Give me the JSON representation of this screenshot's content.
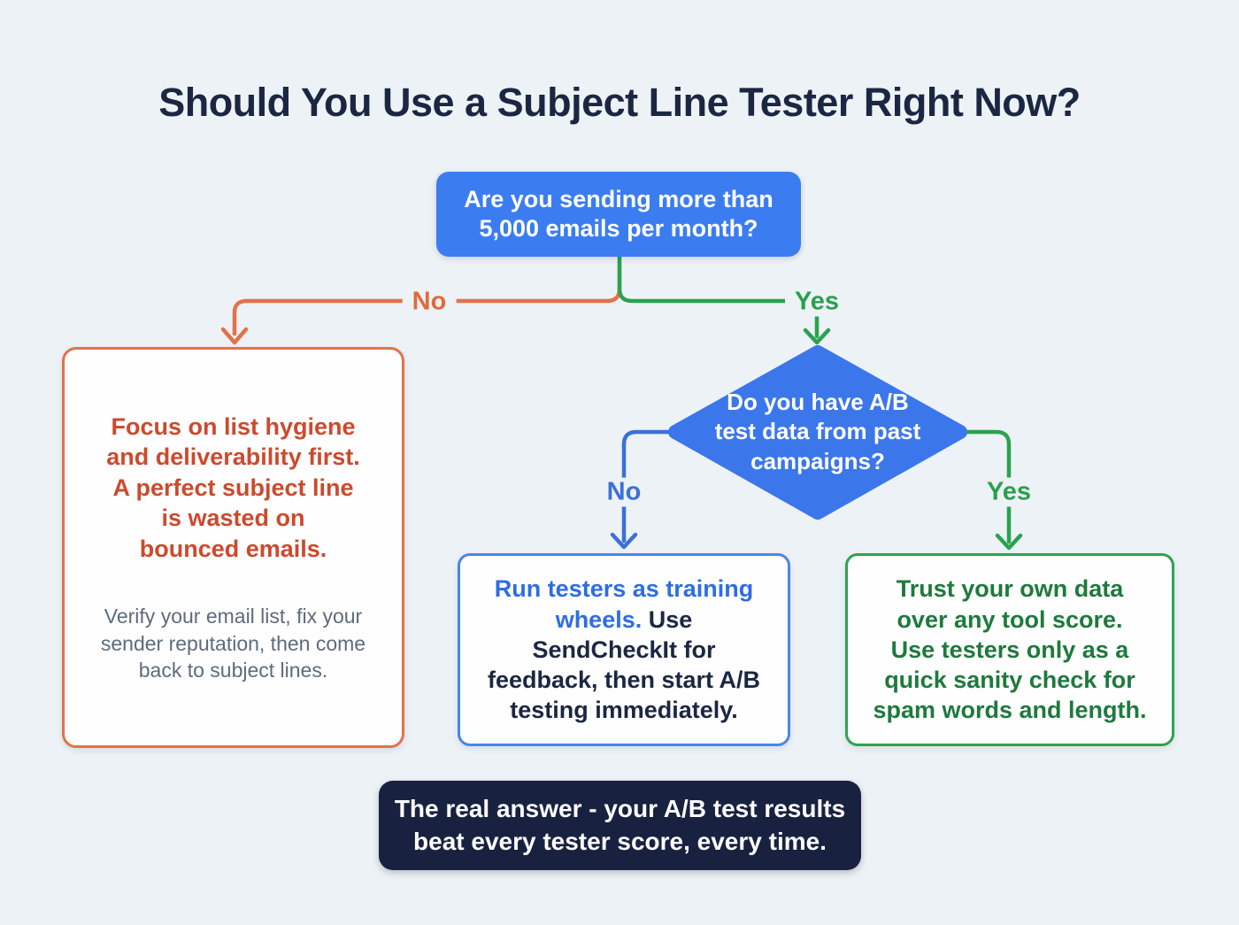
{
  "page": {
    "title": "Should You Use a Subject Line Tester Right Now?"
  },
  "flow": {
    "root_question": "Are you sending more than\n5,000 emails per month?",
    "branch_no_label": "No",
    "branch_yes_label": "Yes",
    "no_outcome": {
      "main": "Focus on list hygiene\nand deliverability first.\nA perfect subject line\nis wasted on\nbounced emails.",
      "secondary": "Verify your email list, fix your\nsender reputation, then come\nback to subject lines."
    },
    "second_question": "Do you have A/B\ntest data from past\ncampaigns?",
    "second_no_label": "No",
    "second_yes_label": "Yes",
    "no_ab_outcome": {
      "highlight": "Run testers as training\nwheels.",
      "rest": " Use\nSendCheckIt for\nfeedback, then start A/B\ntesting immediately."
    },
    "yes_ab_outcome": "Trust your own data\nover any tool score.\nUse testers only as a\nquick sanity check for\nspam words and length.",
    "conclusion": "The real answer - your A/B test results\nbeat every tester score, every time."
  },
  "colors": {
    "background": "#edf2f6",
    "question_blue": "#3b7df1",
    "diamond_blue": "#3b77eb",
    "branch_orange": "#e3724b",
    "branch_green": "#2aa24e",
    "branch_blue": "#3a70d8",
    "outcome_red_text": "#cc4a2d",
    "outcome_green_text": "#1d7a3c",
    "conclusion_navy": "#192140"
  }
}
